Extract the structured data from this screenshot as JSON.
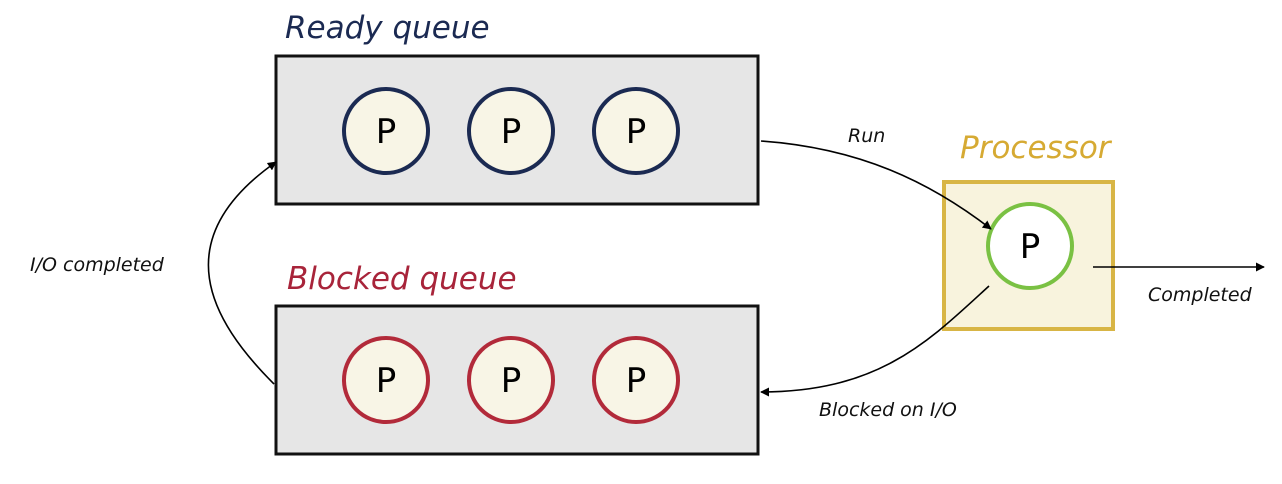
{
  "ready_queue": {
    "title": "Ready queue",
    "process_label": "P",
    "process_count": 3,
    "title_color": "#1b2a52",
    "circle_stroke": "#1b2a52"
  },
  "blocked_queue": {
    "title": "Blocked queue",
    "process_label": "P",
    "process_count": 3,
    "title_color": "#a8243a",
    "circle_stroke": "#b22a3a"
  },
  "processor": {
    "title": "Processor",
    "process_label": "P",
    "title_color": "#d6aa33",
    "box_stroke": "#d8b545",
    "circle_stroke": "#7ac143"
  },
  "edges": {
    "run": "Run",
    "completed": "Completed",
    "blocked_on_io": "Blocked on I/O",
    "io_completed": "I/O completed"
  },
  "colors": {
    "queue_fill": "#e6e6e6",
    "queue_stroke": "#111111",
    "process_fill": "#f8f5e6",
    "processor_fill": "#f8f3dd",
    "arrow": "#000000"
  }
}
